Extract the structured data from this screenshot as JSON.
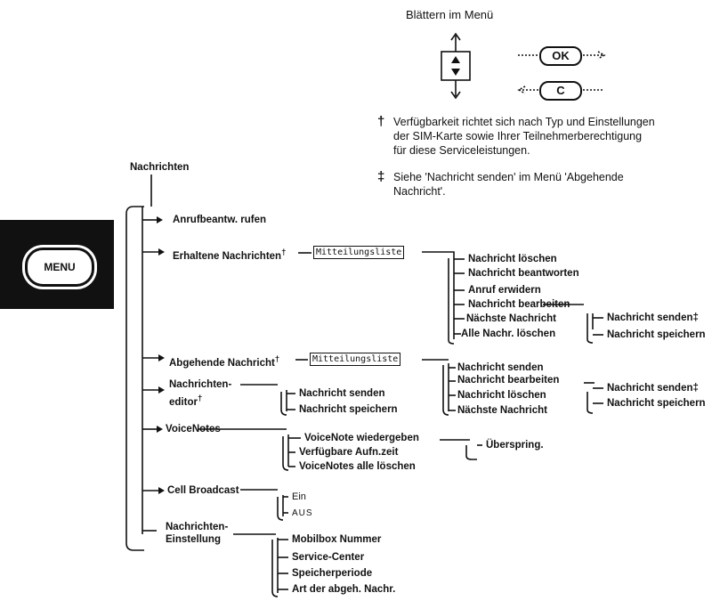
{
  "legend": {
    "title": "Blättern im Menü",
    "ok_label": "OK",
    "c_label": "C",
    "dagger_symbol": "†",
    "dagger_text_lines": [
      "Verfügbarkeit richtet sich nach Typ und Einstellungen",
      "der SIM-Karte sowie Ihrer Teilnehmerberechtigung",
      "für diese Serviceleistungen."
    ],
    "ddagger_symbol": "‡",
    "ddagger_text_lines": [
      "Siehe 'Nachricht senden' im Menü 'Abgehende",
      "Nachricht'."
    ]
  },
  "menu_key": {
    "label": "MENU"
  },
  "tree": {
    "root": "Nachrichten",
    "anrufbeantw": "Anrufbeantw. rufen",
    "erhaltene": {
      "label": "Erhaltene Nachrichten",
      "mark": "†",
      "list": "Mitteilungsliste",
      "items": [
        "Nachricht löschen",
        "Nachricht beantworten",
        "Anruf erwidern",
        "Nachricht bearbeiten",
        "Nächste Nachricht",
        "Alle Nachr. löschen"
      ],
      "sub": [
        "Nachricht senden‡",
        "Nachricht speichern"
      ]
    },
    "abgehende": {
      "label": "Abgehende Nachricht",
      "mark": "†",
      "list": "Mitteilungsliste",
      "items": [
        "Nachricht senden",
        "Nachricht bearbeiten",
        "Nachricht löschen",
        "Nächste Nachricht"
      ],
      "sub": [
        "Nachricht senden‡",
        "Nachricht speichern"
      ]
    },
    "editor": {
      "line1": "Nachrichten-",
      "line2": "editor",
      "mark": "†",
      "items": [
        "Nachricht senden",
        "Nachricht speichern"
      ]
    },
    "voicenotes": {
      "label": "VoiceNotes",
      "items": [
        "VoiceNote wiedergeben",
        "Verfügbare Aufn.zeit",
        "VoiceNotes alle löschen"
      ],
      "sub": "Überspring."
    },
    "cell": {
      "label": "Cell Broadcast",
      "items": [
        "Ein",
        "AUS"
      ]
    },
    "einstellung": {
      "line1": "Nachrichten-",
      "line2": "Einstellung",
      "items": [
        "Mobilbox Nummer",
        "Service-Center",
        "Speicherperiode",
        "Art der abgeh. Nachr."
      ]
    }
  }
}
